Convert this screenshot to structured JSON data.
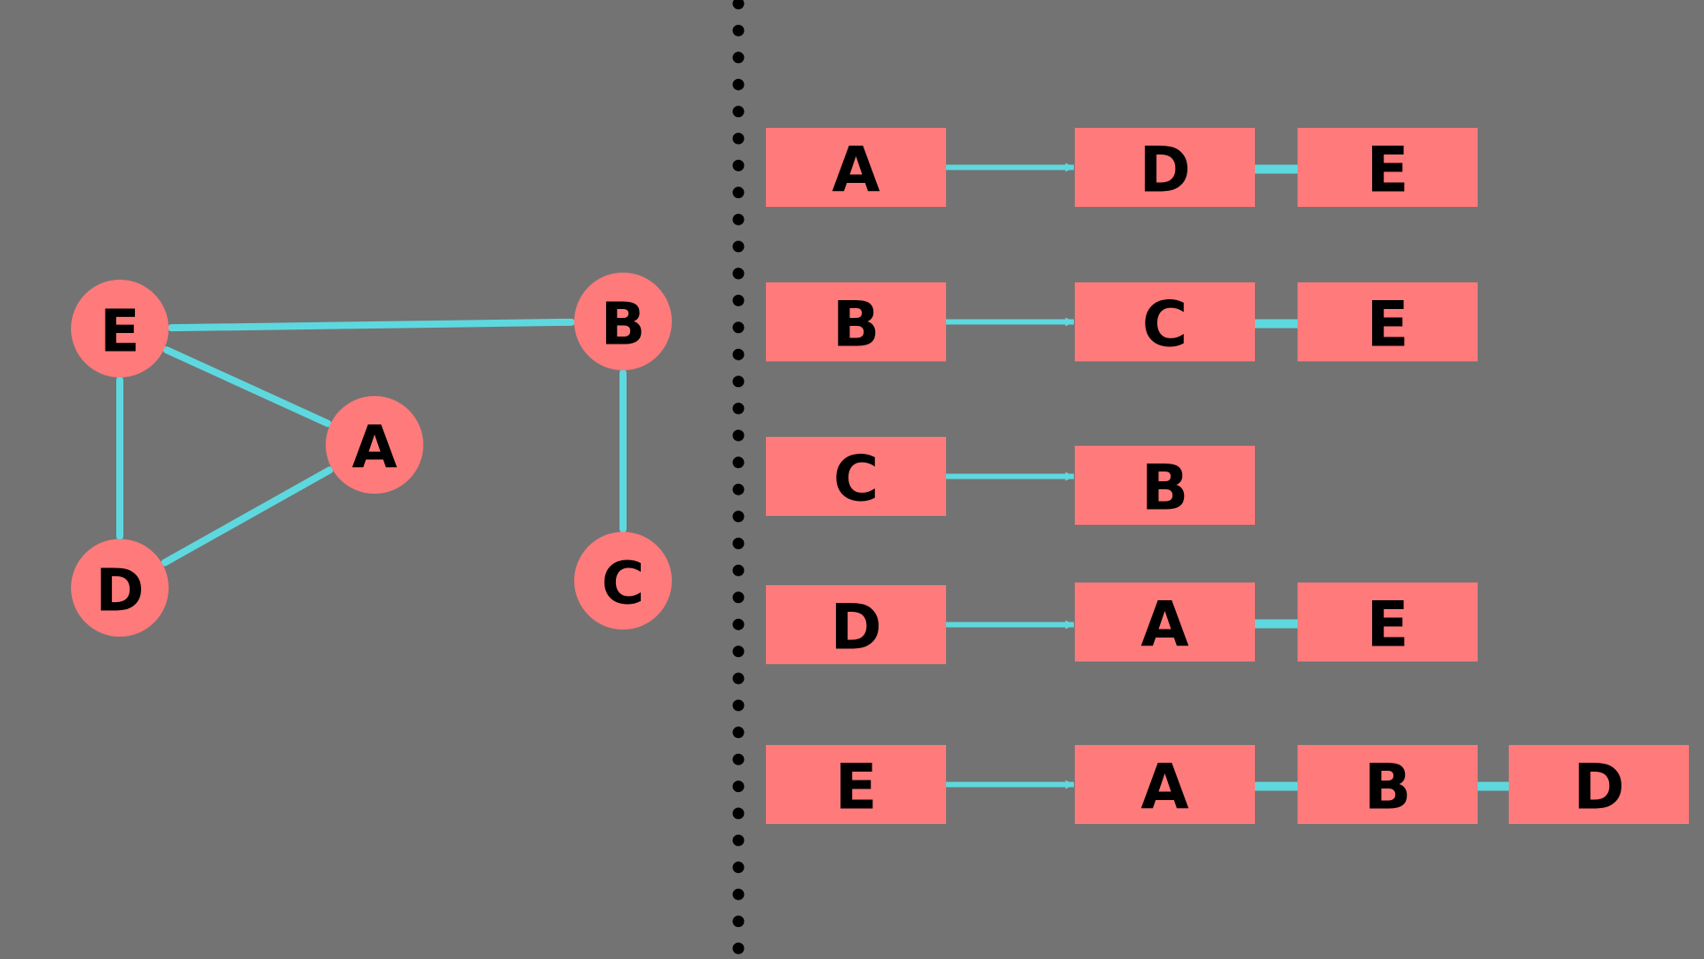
{
  "colors": {
    "background": "#737373",
    "node_fill": "#FF7A7A",
    "edge": "#5ED8DF",
    "text": "#000000",
    "divider": "#000000"
  },
  "graph": {
    "nodes": [
      {
        "id": "E",
        "label": "E"
      },
      {
        "id": "B",
        "label": "B"
      },
      {
        "id": "A",
        "label": "A"
      },
      {
        "id": "D",
        "label": "D"
      },
      {
        "id": "C",
        "label": "C"
      }
    ],
    "edges": [
      [
        "E",
        "B"
      ],
      [
        "E",
        "A"
      ],
      [
        "E",
        "D"
      ],
      [
        "D",
        "A"
      ],
      [
        "B",
        "C"
      ]
    ]
  },
  "adjacency_list": [
    {
      "head": "A",
      "neighbors": [
        "D",
        "E"
      ]
    },
    {
      "head": "B",
      "neighbors": [
        "C",
        "E"
      ]
    },
    {
      "head": "C",
      "neighbors": [
        "B"
      ]
    },
    {
      "head": "D",
      "neighbors": [
        "A",
        "E"
      ]
    },
    {
      "head": "E",
      "neighbors": [
        "A",
        "B",
        "D"
      ]
    }
  ]
}
